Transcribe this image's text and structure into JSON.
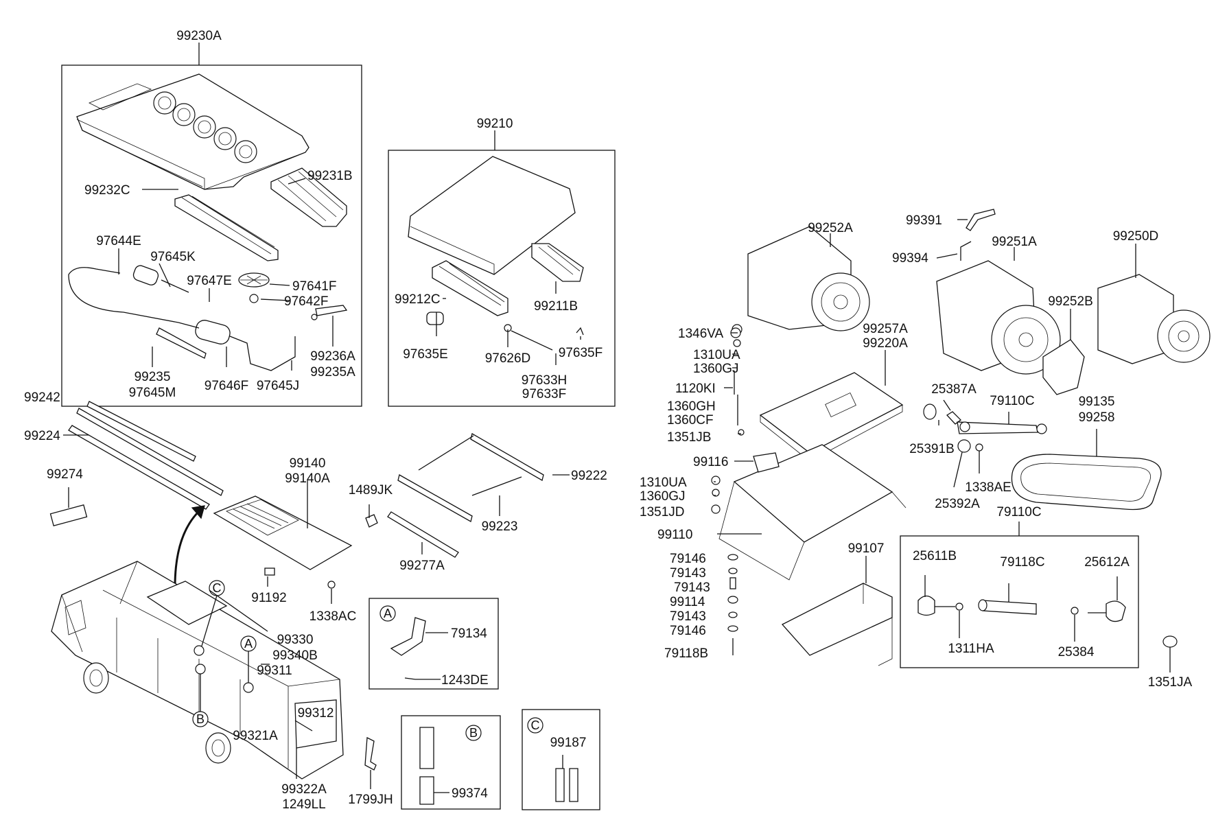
{
  "labels": {
    "p99230A": "99230A",
    "p99231B": "99231B",
    "p99232C": "99232C",
    "p97644E": "97644E",
    "p97645K": "97645K",
    "p97647E": "97647E",
    "p97641F": "97641F",
    "p97642F": "97642F",
    "p99236A": "99236A",
    "p99235A": "99235A",
    "p99235": "99235",
    "p97645M": "97645M",
    "p97646F": "97646F",
    "p97645J": "97645J",
    "p99210": "99210",
    "p99212C": "99212C",
    "p99211B": "99211B",
    "p97635E": "97635E",
    "p97626D": "97626D",
    "p97635F": "97635F",
    "p97633H": "97633H",
    "p97633F": "97633F",
    "p99242": "99242",
    "p99224": "99224",
    "p99274": "99274",
    "p99140": "99140",
    "p99140A": "99140A",
    "p1489JK": "1489JK",
    "p99222": "99222",
    "p99223": "99223",
    "p99277A": "99277A",
    "p91192": "91192",
    "p1338AC": "1338AC",
    "p79134": "79134",
    "p1243DE": "1243DE",
    "p99330": "99330",
    "p99340B": "99340B",
    "p99311": "99311",
    "p99312": "99312",
    "p99321A": "99321A",
    "p99322A": "99322A",
    "p1249LL": "1249LL",
    "p1799JH": "1799JH",
    "p99374": "99374",
    "p99187": "99187",
    "p99252A": "99252A",
    "p99391": "99391",
    "p99394": "99394",
    "p99251A": "99251A",
    "p99250D": "99250D",
    "p99252B": "99252B",
    "p1346VA": "1346VA",
    "p99257A": "99257A",
    "p99220A": "99220A",
    "p1310UA_a": "1310UA",
    "p1360GJ_a": "1360GJ",
    "p1120KI": "1120KI",
    "p1360GH": "1360GH",
    "p1360CF": "1360CF",
    "p1351JB": "1351JB",
    "p99116": "99116",
    "p1310UA_b": "1310UA",
    "p1360GJ_b": "1360GJ",
    "p1351JD": "1351JD",
    "p99110": "99110",
    "p79146_a": "79146",
    "p79143_a": "79143",
    "p79143_b": "79143",
    "p99114": "99114",
    "p79143_c": "79143",
    "p79146_b": "79146",
    "p79118B": "79118B",
    "p99107": "99107",
    "p25387A": "25387A",
    "p79110C_a": "79110C",
    "p25391B": "25391B",
    "p25392A": "25392A",
    "p1338AE": "1338AE",
    "p99135": "99135",
    "p99258": "99258",
    "p79110C_b": "79110C",
    "p25611B": "25611B",
    "p79118C": "79118C",
    "p25612A": "25612A",
    "p1311HA": "1311HA",
    "p25384": "25384",
    "p1351JA": "1351JA"
  },
  "callouts": {
    "A": "A",
    "B": "B",
    "C": "C"
  }
}
